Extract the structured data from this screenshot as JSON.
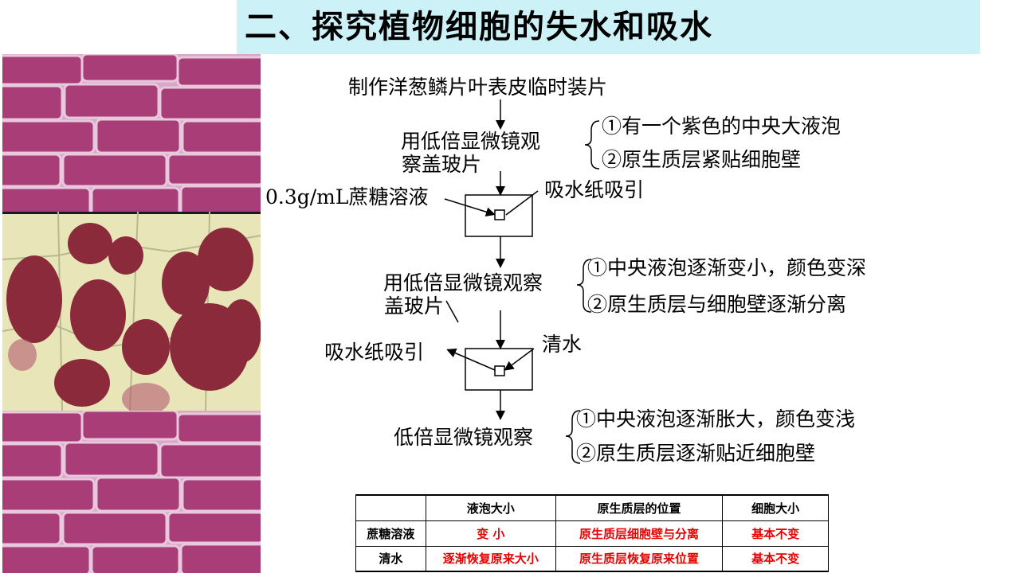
{
  "title": "二、探究植物细胞的失水和吸水",
  "flowchart": {
    "step1": "制作洋葱鳞片叶表皮临时装片",
    "step2_line1": "用低倍显微镜观",
    "step2_line2": "察盖玻片",
    "obs1_1": "①有一个紫色的中央大液泡",
    "obs1_2": "②原生质层紧贴细胞壁",
    "sucrose": "0.3g/mL蔗糖溶液",
    "absorb1": "吸水纸吸引",
    "step3_line1": "用低倍显微镜观察",
    "step3_line2": "盖玻片",
    "obs2_1": "①中央液泡逐渐变小，颜色变深",
    "obs2_2": "②原生质层与细胞壁逐渐分离",
    "absorb2": "吸水纸吸引",
    "water": "清水",
    "step4": "低倍显微镜观察",
    "obs3_1": "①中央液泡逐渐胀大，颜色变浅",
    "obs3_2": "②原生质层逐渐贴近细胞壁"
  },
  "table": {
    "headers": [
      "",
      "液泡大小",
      "原生质层的位置",
      "细胞大小"
    ],
    "rows": [
      [
        "蔗糖溶液",
        "变 小",
        "原生质层细胞壁与分离",
        "基本不变"
      ],
      [
        "清水",
        "逐渐恢复原来大小",
        "原生质层恢复原来位置",
        "基本不变"
      ]
    ]
  },
  "colors": {
    "title_bg": "#ccf2f8",
    "table_red": "#e60000",
    "cell_purple": "#a83d78",
    "vacuole_red": "#8b2a3a"
  }
}
